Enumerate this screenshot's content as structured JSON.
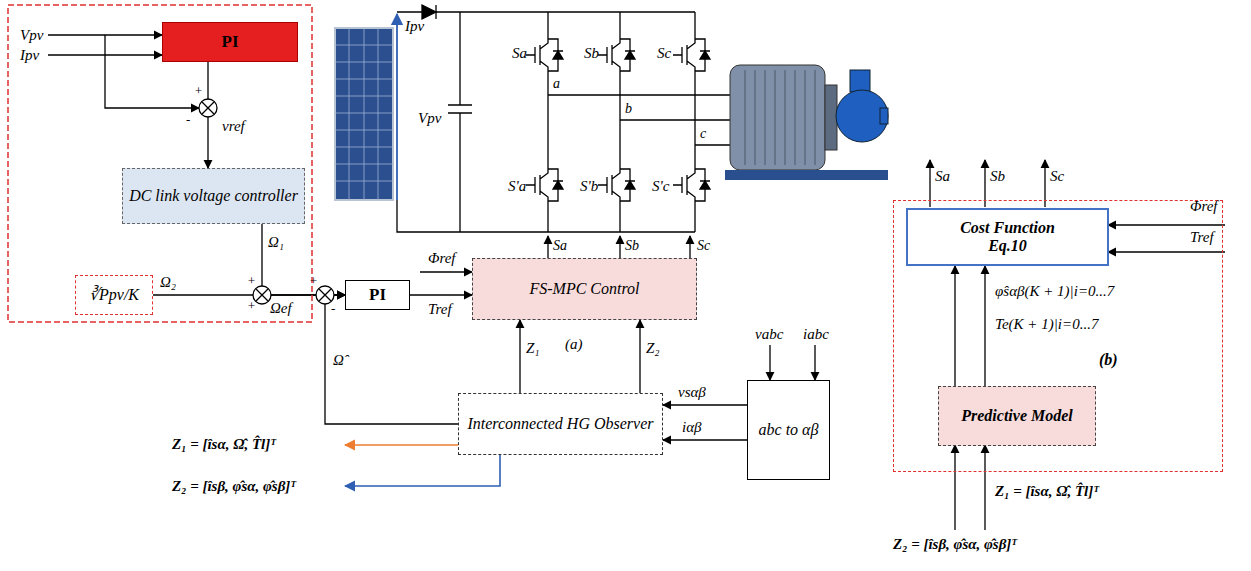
{
  "diagram": {
    "nodes": [
      {
        "text": [
          "PI"
        ]
      },
      {
        "text": [
          "DC link voltage controller"
        ]
      },
      {
        "text": [
          "∛Ppv/K"
        ]
      },
      {
        "text": [
          "PI"
        ]
      },
      {
        "text": [
          "FS-MPC Control"
        ]
      },
      {
        "text": [
          "Interconnected HG Observer"
        ]
      },
      {
        "text": [
          "abc to αβ"
        ]
      },
      {
        "text": [
          "(b)"
        ]
      },
      {
        "text": [
          "Cost Function Eq.10"
        ],
        "in": 7
      },
      {
        "text": [
          "Predictive Model"
        ],
        "in": 7
      }
    ],
    "edges": [
      {
        "from": 0,
        "to": 1,
        "arrow": "to"
      },
      {
        "from": 1,
        "to": 3,
        "arrow": "to"
      },
      {
        "from": 2,
        "to": 3,
        "arrow": "to"
      },
      {
        "from": 5,
        "to": 3,
        "arrow": "to"
      },
      {
        "from": 3,
        "to": 4,
        "arrow": "to"
      },
      {
        "from": 5,
        "to": 4,
        "arrow": "to"
      },
      {
        "from": 5,
        "to": 4,
        "arrow": "to"
      },
      {
        "from": 6,
        "to": 5,
        "arrow": "to"
      },
      {
        "from": 6,
        "to": 5,
        "arrow": "to"
      },
      {
        "from": 9,
        "to": 8,
        "arrow": "to"
      },
      {
        "from": 9,
        "to": 8,
        "arrow": "to"
      }
    ],
    "labels": [
      "Vpv",
      "Ipv",
      "+",
      "-",
      "vref",
      "Ω₁",
      "Ω₂",
      "+",
      "+",
      "+",
      "-",
      "Ωef",
      "Ipv",
      "Vpv",
      "Sa",
      "Sb",
      "Sc",
      "a",
      "b",
      "c",
      "S'a",
      "S'b",
      "S'c",
      "Sa",
      "Sb",
      "Sc",
      "Φref",
      "Tref",
      "Z₁",
      "Z₂",
      "(a)",
      "vabc",
      "iabc",
      "vsαβ",
      "iαβ",
      "Ω̂",
      "Z₁ = [îsα, Ω̂, T̂l]ᵀ",
      "Z₂ = [îsβ, φ̂sα, φ̂sβ]ᵀ",
      "Sa",
      "Sb",
      "Sc",
      "Φref",
      "Tref",
      "φ̂sαβ(K + 1)|i=0...7",
      "Te(K + 1)|i=0...7",
      "Z₁ = [îsα, Ω̂, T̂l]ᵀ",
      "Z₂ = [îsβ, φ̂sα, φ̂sβ]ᵀ"
    ]
  }
}
